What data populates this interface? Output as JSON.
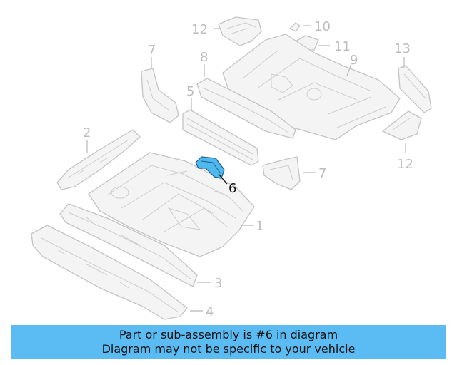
{
  "colors": {
    "highlight": "#4fb8ee",
    "banner_background": "#5bbcf4",
    "part_line": "#c4c4c4",
    "callout_inactive": "#bdbdbd",
    "callout_active": "#111111"
  },
  "highlighted_part": "6",
  "callouts": {
    "c1": "1",
    "c2": "2",
    "c3": "3",
    "c4": "4",
    "c5": "5",
    "c6": "6",
    "c7a": "7",
    "c7b": "7",
    "c8": "8",
    "c9": "9",
    "c10": "10",
    "c11": "11",
    "c12a": "12",
    "c12b": "12",
    "c13": "13"
  },
  "banner": {
    "line1": "Part or sub-assembly is #6 in diagram",
    "line2": "Diagram may not be specific to your vehicle"
  }
}
